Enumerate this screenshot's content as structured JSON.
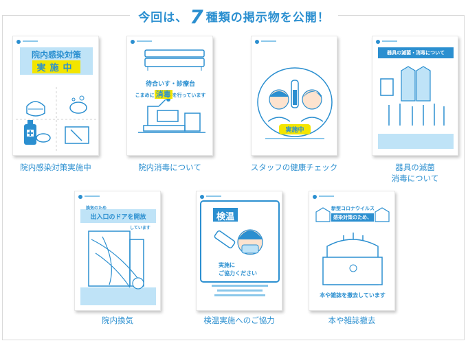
{
  "heading": {
    "prefix": "今回は、",
    "number": "7",
    "suffix": "種類の掲示物を公開！"
  },
  "posters": [
    {
      "caption": "院内感染対策実施中",
      "title_line1": "院内感染対策",
      "title_line2": "実施中"
    },
    {
      "caption": "院内消毒について",
      "line1": "待合いす・診療台",
      "line2_a": "こまめに",
      "line2_b": "消毒",
      "line2_c": "を行っています"
    },
    {
      "caption": "スタッフの健康チェック",
      "title": "スタッフの健康チェック",
      "badge": "実施中"
    },
    {
      "caption_line1": "器具の滅菌",
      "caption_line2": "消毒について",
      "title": "器具の滅菌・消毒について"
    },
    {
      "caption": "院内換気",
      "line1": "換気のため",
      "line2": "出入口のドアを開放",
      "line3": "しています"
    },
    {
      "caption": "検温実施へのご協力",
      "title": "検温",
      "line1": "実施に",
      "line2": "ご協力ください"
    },
    {
      "caption": "本や雑誌撤去",
      "line1": "新型コロナウイルス",
      "line2": "感染対策のため、",
      "line3": "本や雑誌を撤去しています"
    }
  ],
  "colors": {
    "accent": "#2b8fd0",
    "light": "#bfe3f7",
    "yellow": "#f3e500",
    "poster_bg": "#ffffff"
  }
}
